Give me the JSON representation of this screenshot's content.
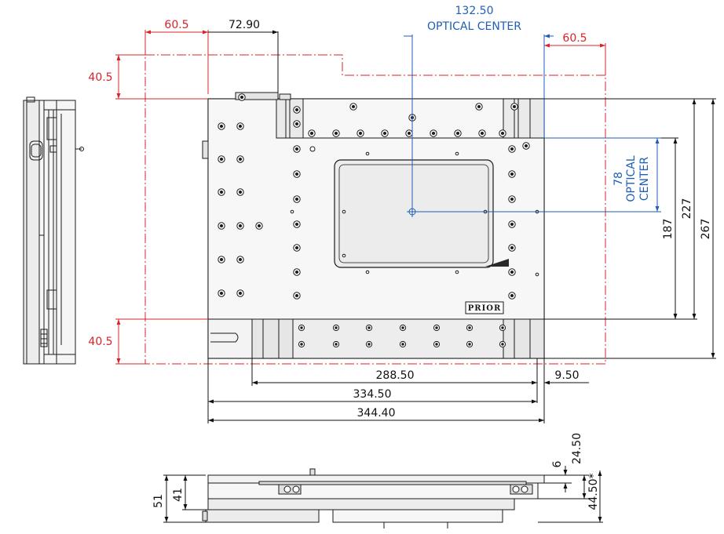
{
  "colors": {
    "outline": "#1a1a1a",
    "plate": "#f4f4f4",
    "dimension": "#111111",
    "red_dimension": "#d8232a",
    "blue_dimension": "#1f5fb4"
  },
  "top_view": {
    "brand_logo": "PRIOR",
    "dims_red": {
      "top_left_travel": "60.5",
      "top_right_travel": "60.5",
      "left_upper_travel": "40.5",
      "left_lower_travel": "40.5"
    },
    "dims_blue": {
      "optical_center_x_value": "132.50",
      "optical_center_x_label": "OPTICAL CENTER",
      "optical_center_y_value": "78",
      "optical_center_y_label_line1": "OPTICAL",
      "optical_center_y_label_line2": "CENTER"
    },
    "dims_black": {
      "top_offset": "72.90",
      "height_187": "187",
      "height_227": "227",
      "height_267": "267",
      "width_288": "288.50",
      "width_9": "9.50",
      "width_334": "334.50",
      "width_344": "344.40"
    }
  },
  "front_view": {
    "dims": {
      "height_51": "51",
      "height_41": "41",
      "plate_6": "6",
      "height_24": "24.50",
      "height_44": "44.50*"
    }
  }
}
